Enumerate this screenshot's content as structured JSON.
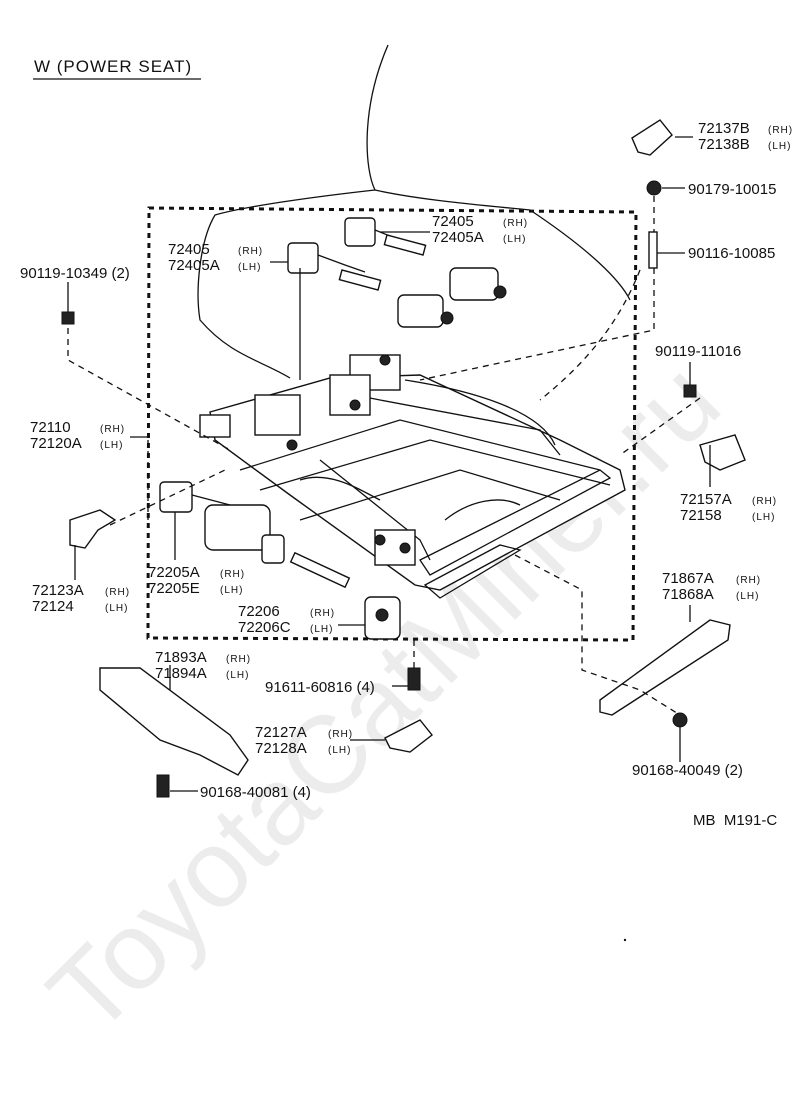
{
  "title": "W (POWER SEAT)",
  "figure_code": "MB  M191-C",
  "watermark": "ToyotaCatMiner.ru",
  "callouts": [
    {
      "id": "c1",
      "num1": "72137B",
      "tag1": "(RH)",
      "num2": "72138B",
      "tag2": "(LH)"
    },
    {
      "id": "c2",
      "num1": "90179-10015"
    },
    {
      "id": "c3",
      "num1": "90116-10085"
    },
    {
      "id": "c4",
      "num1": "72405",
      "tag1": "(RH)",
      "num2": "72405A",
      "tag2": "(LH)"
    },
    {
      "id": "c5",
      "num1": "72405",
      "tag1": "(RH)",
      "num2": "72405A",
      "tag2": "(LH)"
    },
    {
      "id": "c6",
      "num1": "90119-10349 (2)"
    },
    {
      "id": "c7",
      "num1": "90119-11016"
    },
    {
      "id": "c8",
      "num1": "72110",
      "tag1": "(RH)",
      "num2": "72120A",
      "tag2": "(LH)"
    },
    {
      "id": "c9",
      "num1": "72157A",
      "tag1": "(RH)",
      "num2": "72158",
      "tag2": "(LH)"
    },
    {
      "id": "c10",
      "num1": "72123A",
      "tag1": "(RH)",
      "num2": "72124",
      "tag2": "(LH)"
    },
    {
      "id": "c11",
      "num1": "72205A",
      "tag1": "(RH)",
      "num2": "72205E",
      "tag2": "(LH)"
    },
    {
      "id": "c12",
      "num1": "72206",
      "tag1": "(RH)",
      "num2": "72206C",
      "tag2": "(LH)"
    },
    {
      "id": "c13",
      "num1": "71867A",
      "tag1": "(RH)",
      "num2": "71868A",
      "tag2": "(LH)"
    },
    {
      "id": "c14",
      "num1": "71893A",
      "tag1": "(RH)",
      "num2": "71894A",
      "tag2": "(LH)"
    },
    {
      "id": "c15",
      "num1": "91611-60816 (4)"
    },
    {
      "id": "c16",
      "num1": "72127A",
      "tag1": "(RH)",
      "num2": "72128A",
      "tag2": "(LH)"
    },
    {
      "id": "c17",
      "num1": "90168-40049 (2)"
    },
    {
      "id": "c18",
      "num1": "90168-40081 (4)"
    }
  ]
}
